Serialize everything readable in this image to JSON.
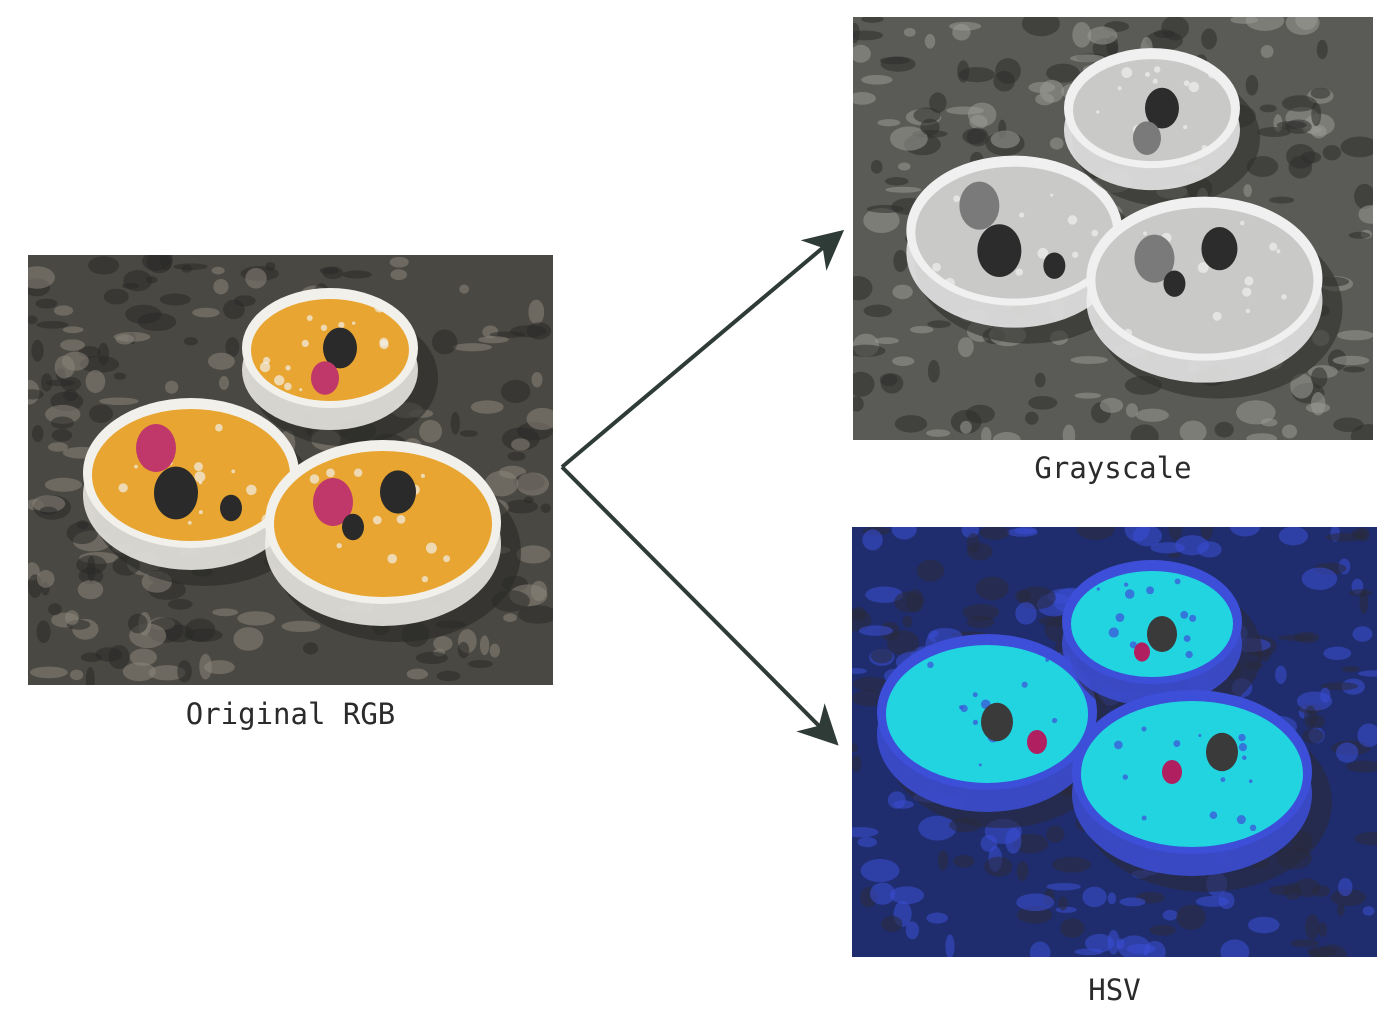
{
  "diagram": {
    "nodes": [
      {
        "id": "rgb",
        "label": "Original RGB",
        "colors": {
          "bg": "#4a4842",
          "bg_dark": "#2a2a28",
          "fleck": "#8a857a",
          "rim": "#f2f0ea",
          "fill": "#e8a531",
          "berry": "#2a2a2a",
          "accent": "#c0386a"
        }
      },
      {
        "id": "gray",
        "label": "Grayscale",
        "colors": {
          "bg": "#5a5a56",
          "bg_dark": "#2e2e2c",
          "fleck": "#9a9a96",
          "rim": "#f0f0f0",
          "fill": "#c9c9c7",
          "berry": "#2c2c2c",
          "accent": "#7a7a7a"
        }
      },
      {
        "id": "hsv",
        "label": "HSV",
        "colors": {
          "bg": "#1f2d6e",
          "bg_dark": "#2a2a3a",
          "fleck": "#3b4fd6",
          "rim": "#3d4fd8",
          "fill": "#22d4e0",
          "berry": "#3a3a3a",
          "accent": "#b01f60"
        }
      }
    ],
    "edges": [
      {
        "from": "rgb",
        "to": "gray"
      },
      {
        "from": "rgb",
        "to": "hsv"
      }
    ],
    "arrow_color": "#2e3b36"
  }
}
